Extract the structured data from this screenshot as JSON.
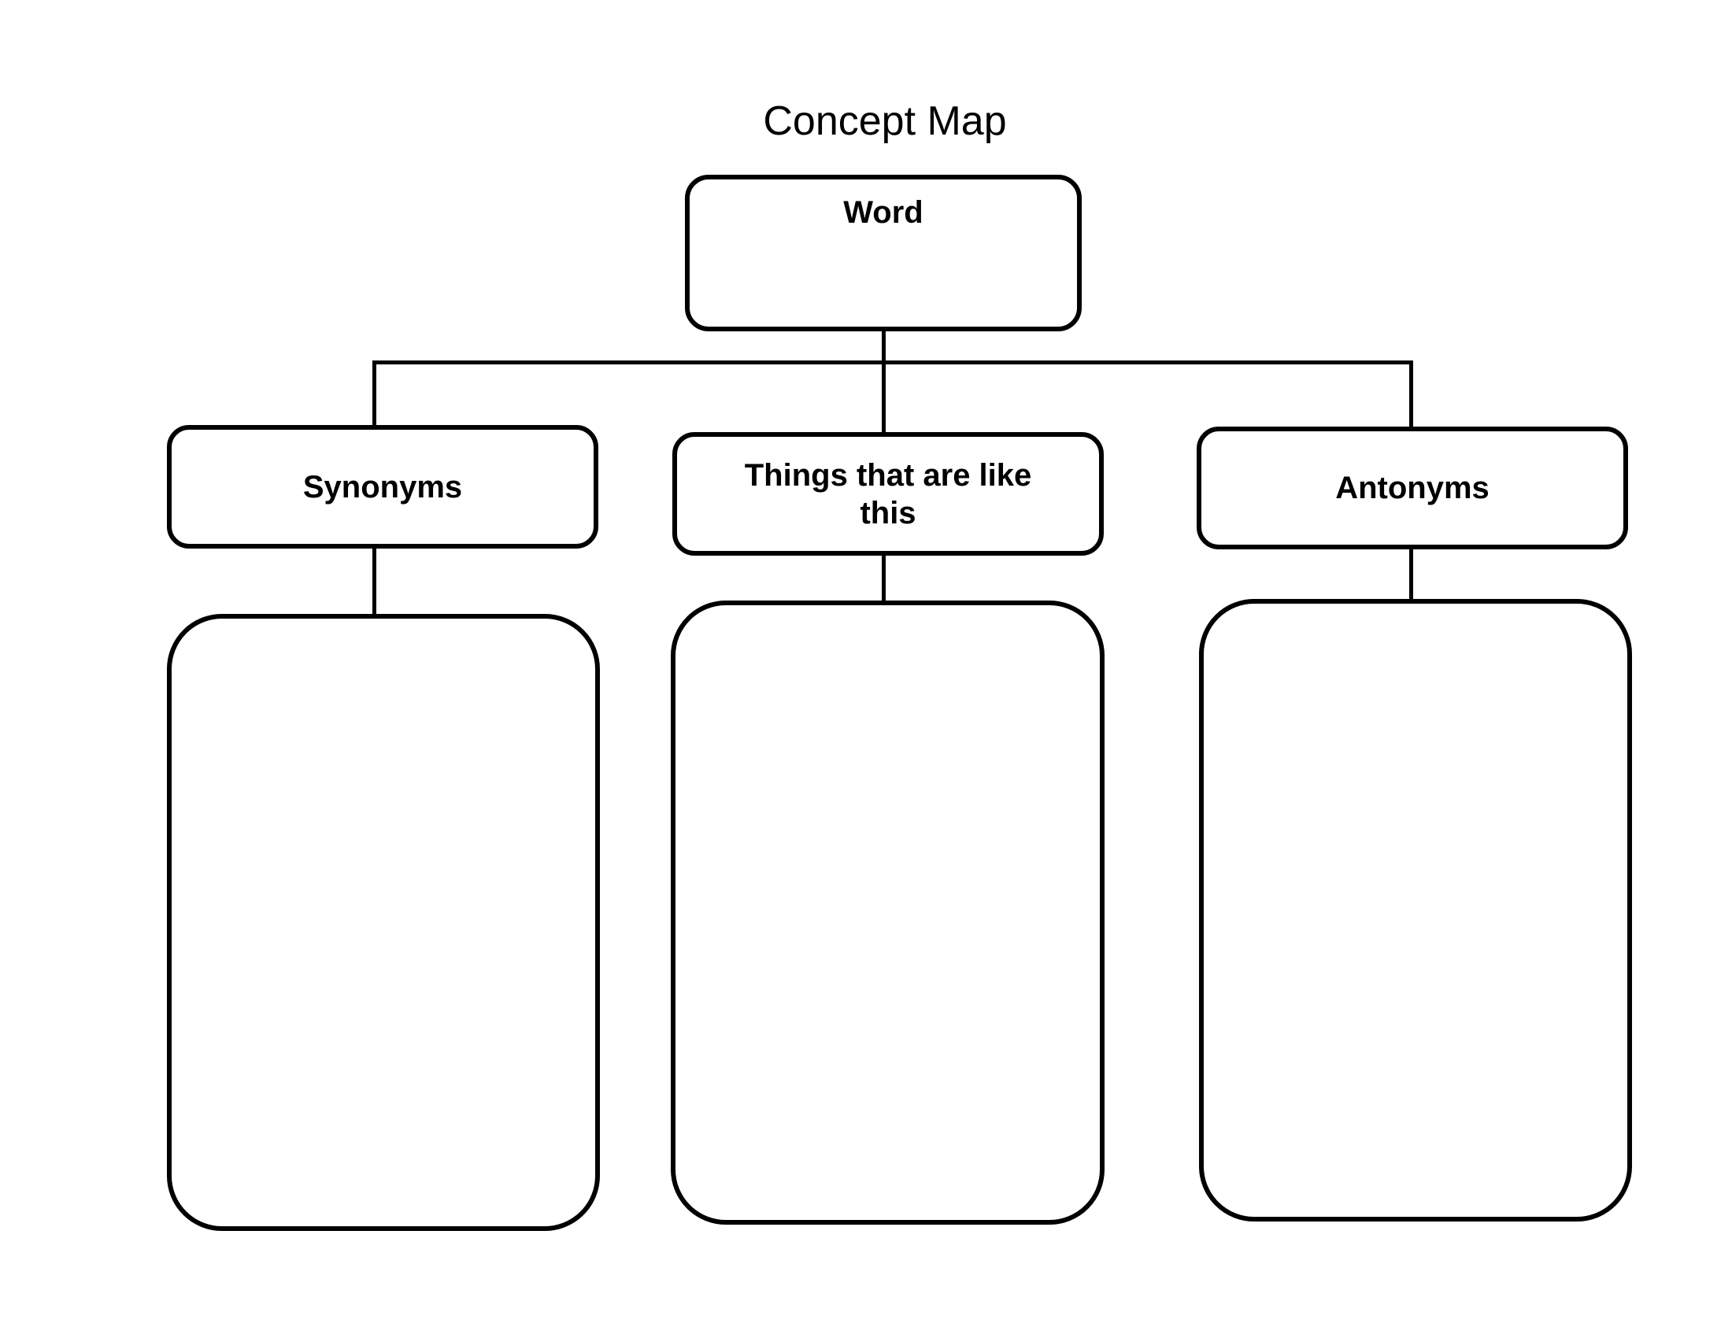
{
  "page": {
    "title": "Concept Map",
    "background_color": "#ffffff",
    "stroke_color": "#000000",
    "text_color": "#000000"
  },
  "diagram": {
    "root": {
      "label": "Word"
    },
    "branches": [
      {
        "label": "Synonyms"
      },
      {
        "label": "Things that are like this"
      },
      {
        "label": "Antonyms"
      }
    ]
  }
}
